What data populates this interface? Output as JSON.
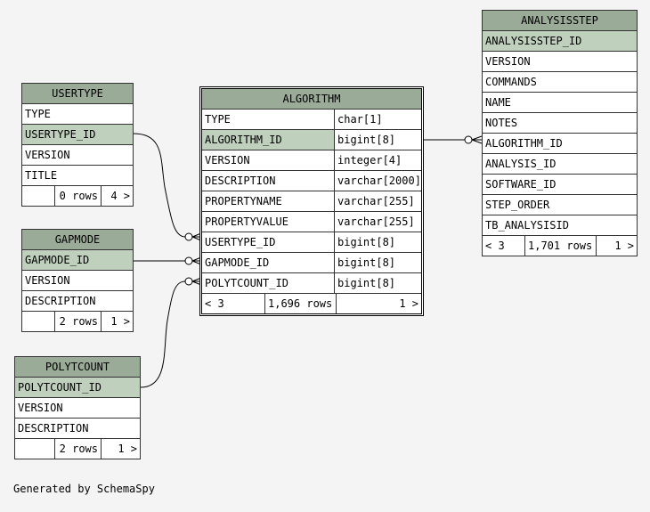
{
  "tables": {
    "usertype": {
      "name": "USERTYPE",
      "columns": [
        "TYPE",
        "USERTYPE_ID",
        "VERSION",
        "TITLE"
      ],
      "footer": {
        "parents": "",
        "rows": "0 rows",
        "children": "4 >"
      }
    },
    "gapmode": {
      "name": "GAPMODE",
      "columns": [
        "GAPMODE_ID",
        "VERSION",
        "DESCRIPTION"
      ],
      "footer": {
        "parents": "",
        "rows": "2 rows",
        "children": "1 >"
      }
    },
    "polytcount": {
      "name": "POLYTCOUNT",
      "columns": [
        "POLYTCOUNT_ID",
        "VERSION",
        "DESCRIPTION"
      ],
      "footer": {
        "parents": "",
        "rows": "2 rows",
        "children": "1 >"
      }
    },
    "algorithm": {
      "name": "ALGORITHM",
      "columns": [
        {
          "name": "TYPE",
          "type": "char[1]"
        },
        {
          "name": "ALGORITHM_ID",
          "type": "bigint[8]"
        },
        {
          "name": "VERSION",
          "type": "integer[4]"
        },
        {
          "name": "DESCRIPTION",
          "type": "varchar[2000]"
        },
        {
          "name": "PROPERTYNAME",
          "type": "varchar[255]"
        },
        {
          "name": "PROPERTYVALUE",
          "type": "varchar[255]"
        },
        {
          "name": "USERTYPE_ID",
          "type": "bigint[8]"
        },
        {
          "name": "GAPMODE_ID",
          "type": "bigint[8]"
        },
        {
          "name": "POLYTCOUNT_ID",
          "type": "bigint[8]"
        }
      ],
      "footer": {
        "parents": "< 3",
        "rows": "1,696 rows",
        "children": "1 >"
      }
    },
    "analysisstep": {
      "name": "ANALYSISSTEP",
      "columns": [
        "ANALYSISSTEP_ID",
        "VERSION",
        "COMMANDS",
        "NAME",
        "NOTES",
        "ALGORITHM_ID",
        "ANALYSIS_ID",
        "SOFTWARE_ID",
        "STEP_ORDER",
        "TB_ANALYSISID"
      ],
      "footer": {
        "parents": "< 3",
        "rows": "1,701 rows",
        "children": "1 >"
      }
    }
  },
  "credit": "Generated by SchemaSpy"
}
